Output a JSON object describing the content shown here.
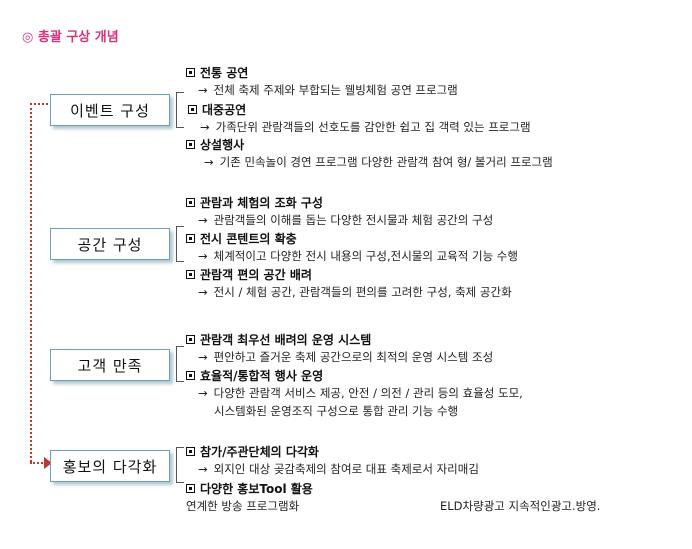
{
  "heading": "◎ 총괄 구상 개념",
  "arrow_glyph": "→",
  "categories": [
    {
      "label": "이벤트 구성"
    },
    {
      "label": "공간 구성"
    },
    {
      "label": "고객 만족"
    },
    {
      "label": "홍보의 다각화"
    }
  ],
  "sections": [
    {
      "items": [
        {
          "title": "전통 공연",
          "desc": "전체 축제 주제와 부합되는 웰빙체험 공연 프로그램"
        },
        {
          "title": "대중공연",
          "desc": "가족단위 관람객들의 선호도를 감안한 쉽고 집 객력 있는 프로그램"
        },
        {
          "title": "상설행사",
          "desc": "기존 민속놀이 경연 프로그램 다양한 관람객 참여 형/ 볼거리 프로그램"
        }
      ]
    },
    {
      "items": [
        {
          "title": "관람과 체험의 조화 구성",
          "desc": "관람객들의 이해를 돕는 다양한 전시물과 체험 공간의 구성"
        },
        {
          "title": "전시 콘텐트의 확충",
          "desc": "체계적이고 다양한 전시 내용의 구성,전시물의 교육적 기능 수행"
        },
        {
          "title": "관람객 편의 공간 배려",
          "desc": "전시 / 체험 공간, 관람객들의 편의를 고려한 구성,  축제 공간화"
        }
      ]
    },
    {
      "items": [
        {
          "title": "관람객 최우선 배려의 운영 시스템",
          "desc": "편안하고 즐거운 축제 공간으로의 최적의 운영 시스템 조성"
        },
        {
          "title": "효율적/통합적 행사 운영",
          "desc": "다양한 관람객 서비스 제공, 안전 / 의전 / 관리 등의 효율성 도모,",
          "desc2": "시스템화된 운영조직 구성으로 통합 관리 기능 수행"
        }
      ]
    },
    {
      "items": [
        {
          "title": "참가/주관단체의 다각화",
          "desc": "외지인 대상 곶감축제의 참여로 대표 축제로서 자리매김"
        },
        {
          "title": "다양한 홍보Tool 활용"
        }
      ],
      "footer_left": "연계한 방송 프로그램화",
      "footer_right": "ELD차량광고  지속적인광고.방영."
    }
  ]
}
